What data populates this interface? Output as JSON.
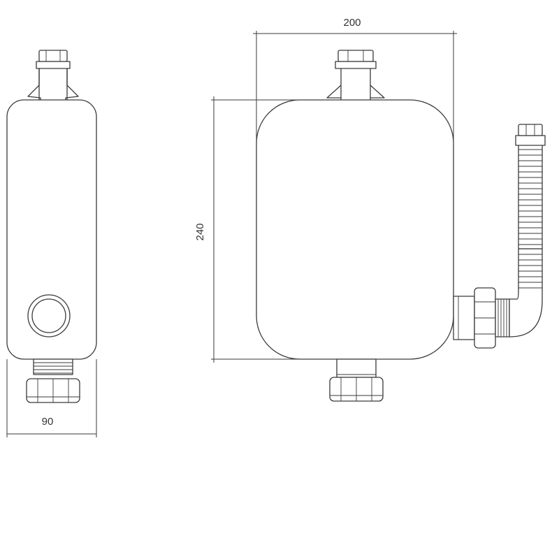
{
  "dimensions": {
    "width_label": "200",
    "height_label": "240",
    "depth_label": "90"
  },
  "colors": {
    "line": "#3a3a3a",
    "background": "#ffffff"
  },
  "views": [
    {
      "id": "side-view"
    },
    {
      "id": "front-view"
    }
  ]
}
